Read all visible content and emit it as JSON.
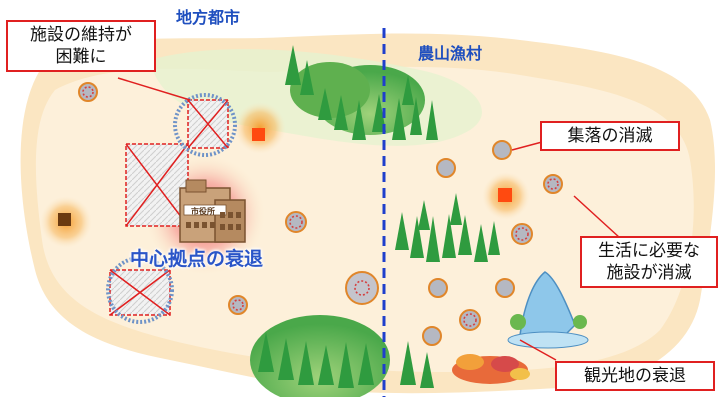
{
  "regions": {
    "urban": "地方都市",
    "rural": "農山漁村"
  },
  "callouts": {
    "facility_maintenance": [
      "施設の維持が",
      "困難に"
    ],
    "village_loss": "集落の消滅",
    "daily_facilities": [
      "生活に必要な",
      "施設が消滅"
    ],
    "tourism_decline": "観光地の衰退"
  },
  "center_decline": "中心拠点の衰退",
  "city_hall_sign": "市役所",
  "colors": {
    "land": "#fbe6c2",
    "meadow": "#dcefc6",
    "tree": "#2f9b3f",
    "divider": "#1f3fcc",
    "callout_border": "#e02020",
    "label_blue": "#1f4fbf",
    "hub_red": "#e83a3a",
    "decline_marker": "#d44040"
  },
  "icons": [
    "city-hall-icon",
    "waterfall-icon",
    "autumn-foliage-icon",
    "tree-icon",
    "vanished-settlement-icon",
    "closed-facility-icon"
  ]
}
